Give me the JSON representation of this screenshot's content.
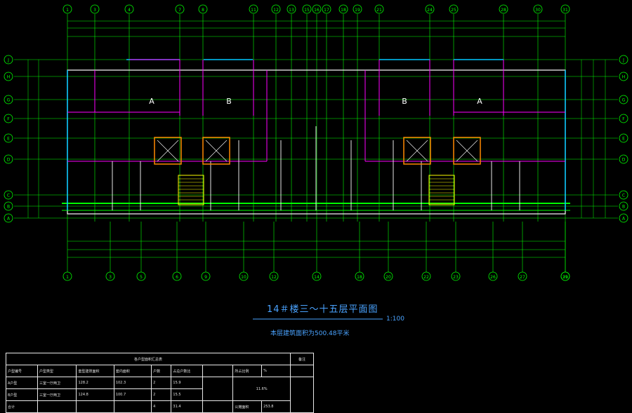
{
  "drawing": {
    "title": "14＃楼三～十五层平面图",
    "scale": "1:100",
    "area_note": "本层建筑面积为500.48平米"
  },
  "axes_top": [
    "1",
    "3",
    "4",
    "7",
    "8",
    "11",
    "12",
    "13",
    "15",
    "16",
    "17",
    "18",
    "19",
    "21",
    "24",
    "25",
    "28",
    "30",
    "31"
  ],
  "axes_bottom": [
    "1",
    "3",
    "5",
    "6",
    "9",
    "10",
    "12",
    "14",
    "18",
    "20",
    "22",
    "23",
    "26",
    "27",
    "29",
    "31"
  ],
  "axes_side": [
    "J",
    "H",
    "G",
    "F",
    "E",
    "D",
    "C",
    "B",
    "A"
  ],
  "unit_labels": [
    "A",
    "B",
    "B",
    "A"
  ],
  "table": {
    "caption": "各户型面积汇总表",
    "remark_header": "备注",
    "headers": [
      "户型编号",
      "户型类型",
      "套型建筑面积",
      "套内面积",
      "户数",
      "占总户数比",
      "",
      "所占比例",
      "%",
      ""
    ],
    "rows": [
      [
        "A户型",
        "三室一厅两卫",
        "128.2",
        "102.3",
        "2",
        "15.9",
        "",
        "",
        "",
        ""
      ],
      [
        "B户型",
        "三室一厅两卫",
        "124.8",
        "100.7",
        "2",
        "15.5",
        "",
        "",
        "",
        ""
      ],
      [
        "合计",
        "",
        "",
        "",
        "4",
        "31.4",
        "",
        "公摊面积",
        "253.8",
        ""
      ]
    ],
    "ratio_value": "11.6%"
  },
  "colors": {
    "axis": "#00ff00",
    "wall": "#ffffff",
    "window": "#00c8ff",
    "room": "#ff00ff",
    "stair": "#ffff00",
    "core": "#ff8800",
    "text": "#4aa3ff"
  }
}
